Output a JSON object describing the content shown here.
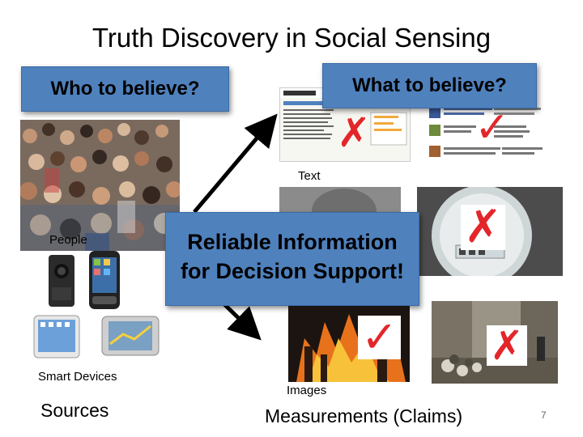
{
  "slide": {
    "title": "Truth Discovery in Social Sensing",
    "who_box": "Who to believe?",
    "what_box": "What to believe?",
    "center_box_line1": "Reliable Information",
    "center_box_line2": "for Decision Support!",
    "label_people": "People",
    "label_smart_devices": "Smart Devices",
    "label_sources": "Sources",
    "label_text": "Text",
    "label_images": "Images",
    "label_measurements": "Measurements (Claims)",
    "page_number": "7"
  },
  "colors": {
    "box_blue": "#4f81bd",
    "mark_red": "#e3262a"
  },
  "icons": {
    "cross": "✗",
    "tick": "✓"
  }
}
